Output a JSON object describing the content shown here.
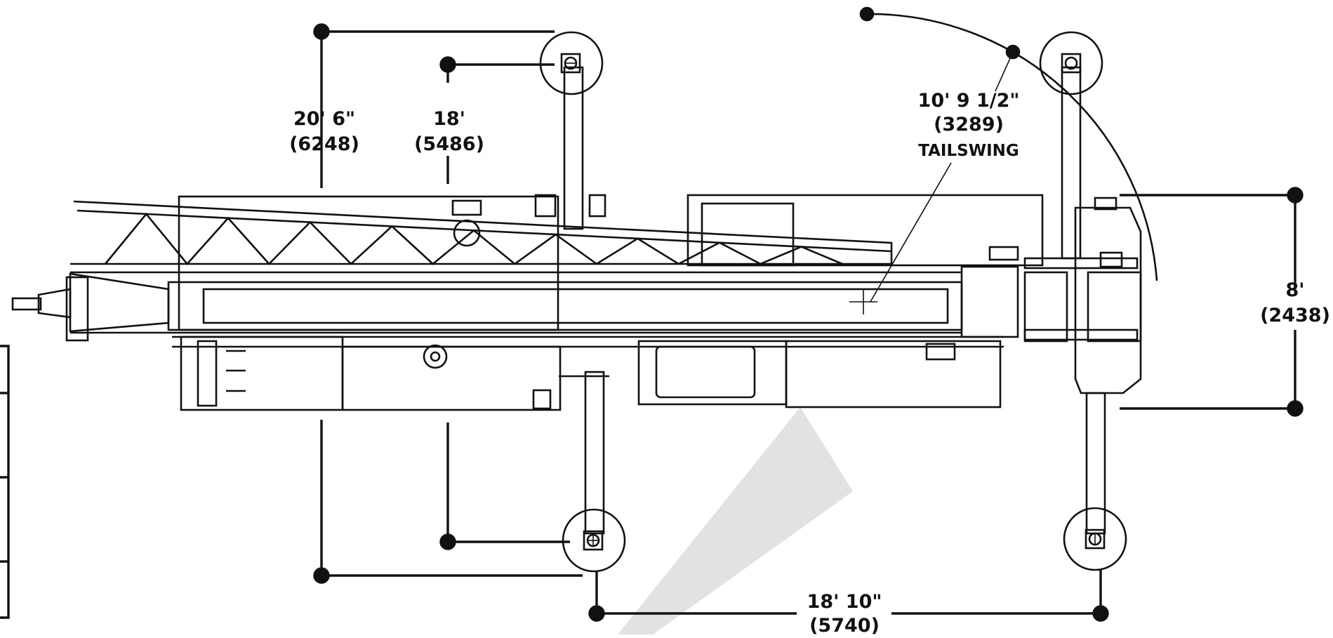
{
  "diagram": {
    "dimensions": {
      "outrigger_span_outer": {
        "value": "20' 6\"",
        "metric": "(6248)"
      },
      "outrigger_span_inner": {
        "value": "18'",
        "metric": "(5486)"
      },
      "tailswing": {
        "value": "10' 9 1/2\"",
        "metric": "(3289)",
        "label": "TAILSWING"
      },
      "body_width": {
        "value": "8'",
        "metric": "(2438)"
      },
      "outrigger_base": {
        "value": "18' 10\"",
        "metric": "(5740)"
      }
    },
    "colors": {
      "line": "#111111",
      "watermark": "#e2e2e2",
      "background": "#ffffff"
    }
  }
}
